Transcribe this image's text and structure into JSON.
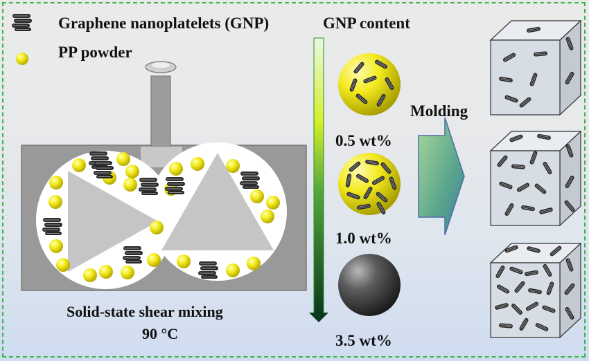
{
  "legend": {
    "gnp_label": "Graphene nanoplatelets (GNP)",
    "pp_label": "PP powder"
  },
  "process": {
    "mixing_label": "Solid-state shear mixing",
    "temperature": "90 °C",
    "molding_label": "Molding"
  },
  "content_axis": {
    "title": "GNP content",
    "levels": [
      "0.5 wt%",
      "1.0 wt%",
      "3.5 wt%"
    ]
  },
  "colors": {
    "border": "#39b54a",
    "pp_particle": "#f2ea1c",
    "gnp_flake": "#2b2b2b",
    "mixer_body": "#9a9a9a",
    "arrow_top": "#dff5dc",
    "arrow_bottom": "#0b3d1e",
    "molding_arrow": "#5aa58c"
  }
}
